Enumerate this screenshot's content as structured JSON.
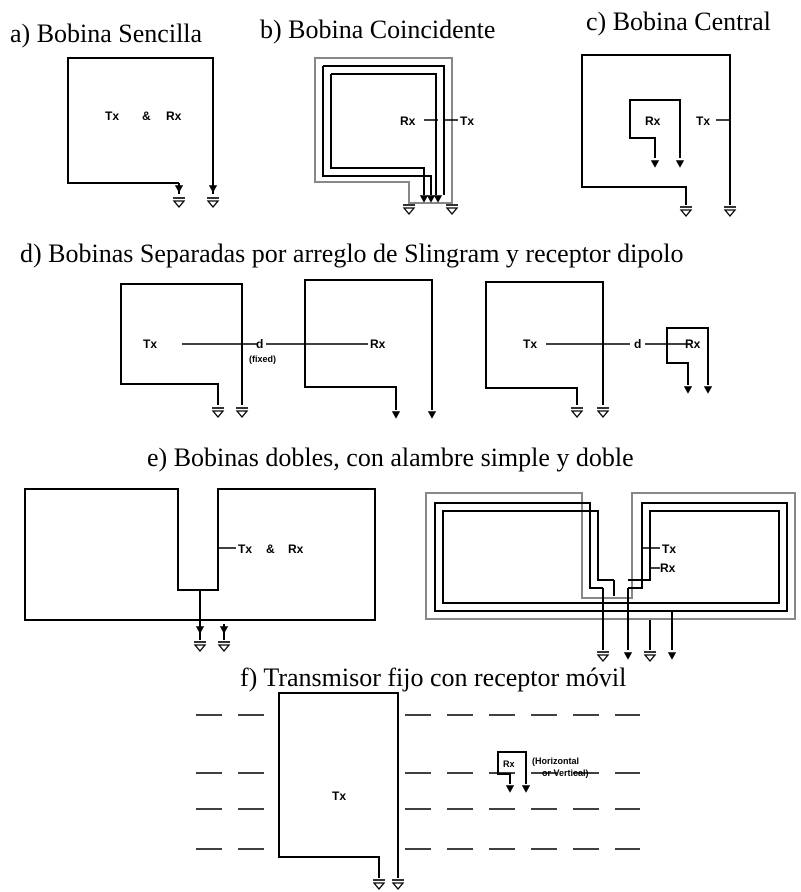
{
  "captions": {
    "a": "a) Bobina Sencilla",
    "b": "b) Bobina Coincidente",
    "c": "c) Bobina Central",
    "d": "d) Bobinas Separadas por arreglo de Slingram y receptor dipolo",
    "e": "e) Bobinas dobles, con alambre simple y doble",
    "f": "f) Transmisor fijo con receptor móvil"
  },
  "labels": {
    "tx": "Tx",
    "rx": "Rx",
    "and": "&",
    "d": "d",
    "fixed": "(fixed)",
    "horizontal": "(Horizontal",
    "or_vertical": "or Vertical)"
  }
}
